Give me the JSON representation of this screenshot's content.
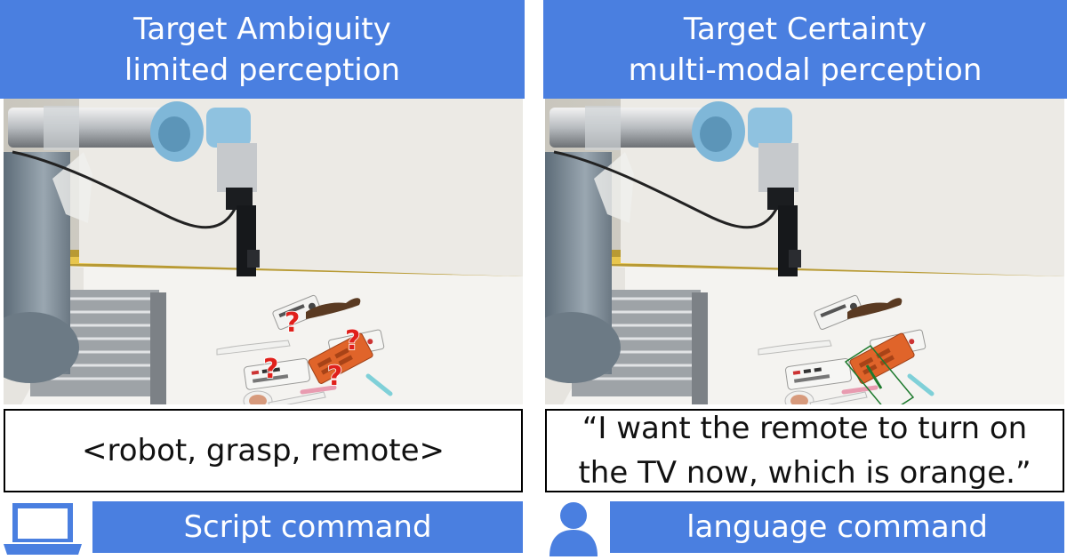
{
  "left_panel": {
    "title_line1": "Target Ambiguity",
    "title_line2": "limited perception",
    "command_text": "<robot, grasp, remote>",
    "command_label": "Script command",
    "command_icon": "laptop-icon",
    "marker": "?"
  },
  "right_panel": {
    "title_line1": "Target Certainty",
    "title_line2": "multi-modal perception",
    "command_line1": "“I want the remote to turn on",
    "command_line2": "the TV now, which is orange.”",
    "command_label": "language command",
    "command_icon": "person-icon"
  },
  "colors": {
    "banner_blue": "#4A7FE0",
    "question_red": "#E0201B",
    "highlight_green": "#1E7A2E",
    "remote_orange": "#E0642A"
  }
}
